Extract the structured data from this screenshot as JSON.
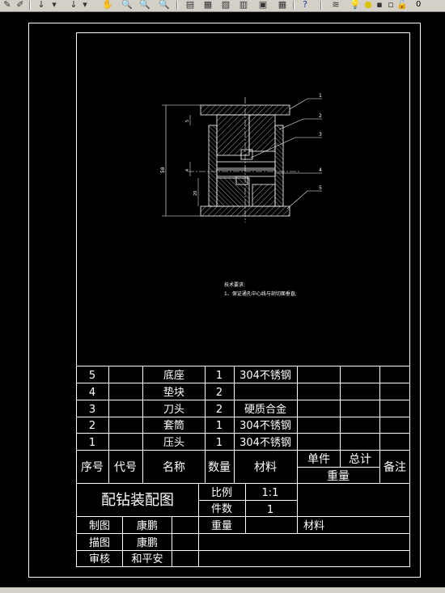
{
  "toolbar": {
    "icons": [
      "pencil-icon",
      "arrow-down-icon",
      "arrow-down-icon",
      "hand-pan-icon",
      "zoom-realtime-icon",
      "zoom-window-icon",
      "zoom-previous-icon",
      "properties-icon",
      "design-center-icon",
      "tool-palette-icon",
      "sheet-set-icon",
      "calculator-icon",
      "help-icon",
      "layers-icon",
      "light-bulb-icon",
      "sun-icon",
      "color-square-icon",
      "lock-icon"
    ],
    "layer_text": "0"
  },
  "drawing": {
    "part_labels": [
      "1",
      "2",
      "3",
      "4",
      "5"
    ],
    "dims": {
      "height": "58",
      "top": "5",
      "mid": "4",
      "bottom": "20"
    },
    "notes_title": "技术要求:",
    "notes_line1": "1、保证通孔中心线与剖切面垂直;"
  },
  "bom": {
    "rows": [
      {
        "no": "5",
        "code": "",
        "name": "底座",
        "qty": "1",
        "material": "304不锈钢",
        "unit": "",
        "total": "",
        "remark": ""
      },
      {
        "no": "4",
        "code": "",
        "name": "垫块",
        "qty": "2",
        "material": "",
        "unit": "",
        "total": "",
        "remark": ""
      },
      {
        "no": "3",
        "code": "",
        "name": "刀头",
        "qty": "2",
        "material": "硬质合金",
        "unit": "",
        "total": "",
        "remark": ""
      },
      {
        "no": "2",
        "code": "",
        "name": "套筒",
        "qty": "1",
        "material": "304不锈钢",
        "unit": "",
        "total": "",
        "remark": ""
      },
      {
        "no": "1",
        "code": "",
        "name": "压头",
        "qty": "1",
        "material": "304不锈钢",
        "unit": "",
        "total": "",
        "remark": ""
      }
    ],
    "header": {
      "no": "序号",
      "code": "代号",
      "name": "名称",
      "qty": "数量",
      "material": "材料",
      "unit": "单件",
      "total": "总计",
      "weight": "重量",
      "remark": "备注"
    }
  },
  "title_block": {
    "title": "配钻装配图",
    "scale_label": "比例",
    "scale_value": "1:1",
    "count_label": "件数",
    "count_value": "1",
    "weight_label": "重量",
    "material_label": "材料",
    "drawn_label": "制图",
    "drawn_by": "康鹏",
    "traced_label": "描图",
    "traced_by": "康鹏",
    "checked_label": "审核",
    "checked_by": "和平安"
  }
}
